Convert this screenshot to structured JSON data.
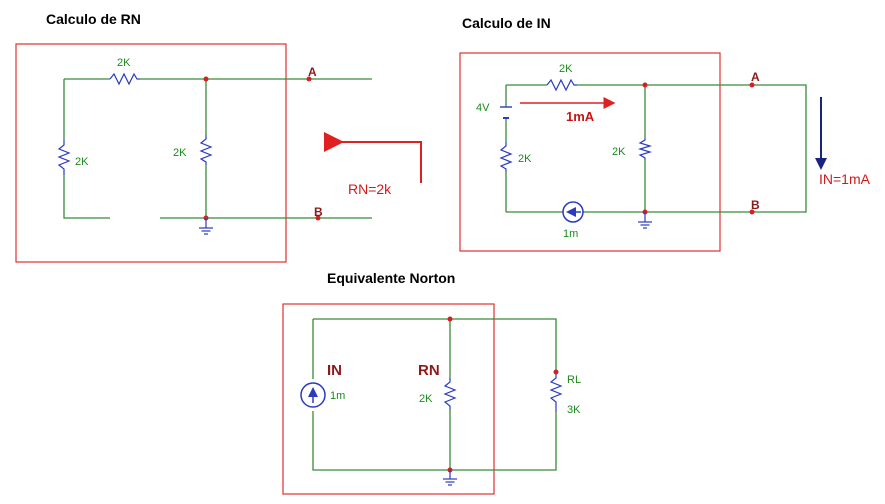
{
  "titles": {
    "rn": "Calculo de RN",
    "in": "Calculo de IN",
    "norton": "Equivalente Norton"
  },
  "rn_circuit": {
    "r_top": "2K",
    "r_left": "2K",
    "r_mid": "2K",
    "node_a": "A",
    "node_b": "B",
    "result": "RN=2k"
  },
  "in_circuit": {
    "r_top": "2K",
    "source_v": "4V",
    "r_left": "2K",
    "r_mid": "2K",
    "current_label": "1mA",
    "source_i": "1m",
    "node_a": "A",
    "node_b": "B",
    "result": "IN=1mA"
  },
  "norton_circuit": {
    "in_label": "IN",
    "in_value": "1m",
    "rn_label": "RN",
    "rn_value": "2K",
    "rl_label": "RL",
    "rl_value": "3K"
  },
  "colors": {
    "wire": "#3a8a3a",
    "resistor": "#2a3bbf",
    "box": "#e03030",
    "arrow": "#e02020",
    "in_arrow": "#1a237e"
  }
}
